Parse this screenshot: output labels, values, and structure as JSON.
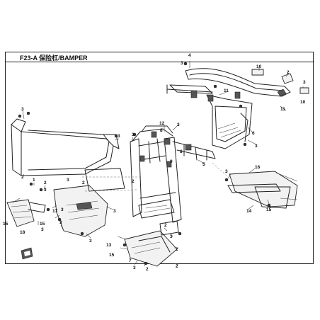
{
  "header": {
    "title": "F23-A 保险杠/BAMPER"
  },
  "colors": {
    "line": "#222222",
    "background": "#ffffff"
  },
  "callouts": [
    "1",
    "2",
    "3",
    "4",
    "5",
    "6",
    "7",
    "8",
    "9",
    "10",
    "11",
    "12",
    "13",
    "14",
    "15",
    "16",
    "17",
    "18"
  ],
  "labels": {
    "c1": "1",
    "c2": "2",
    "c3": "3",
    "c4": "4",
    "c5": "5",
    "c6": "6",
    "c7": "7",
    "c8": "8",
    "c9": "9",
    "c10": "10",
    "c11": "11",
    "c12": "12",
    "c13": "13",
    "c14": "14",
    "c15": "15",
    "c16": "16",
    "c17": "17",
    "c18": "18"
  }
}
